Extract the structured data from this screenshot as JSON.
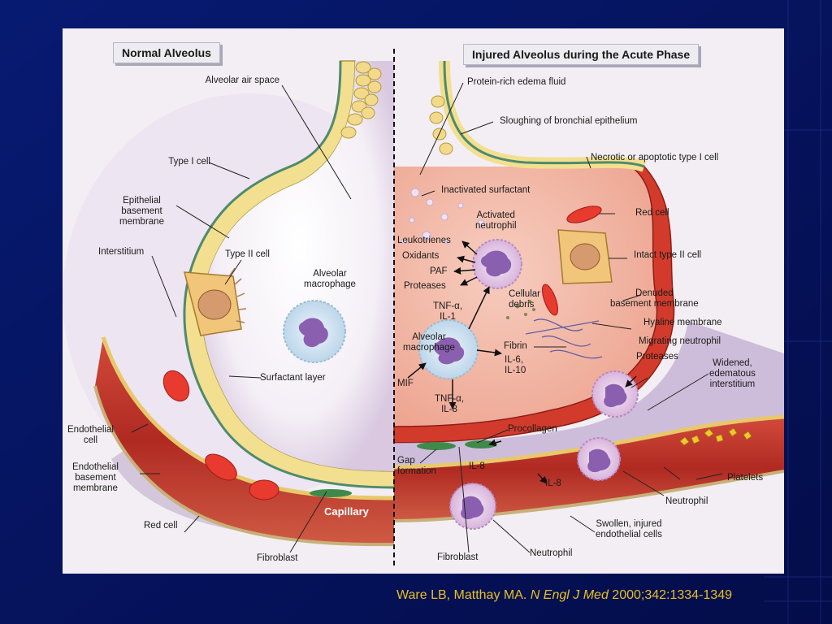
{
  "left_panel": {
    "title": "Normal Alveolus",
    "labels": {
      "air_space": "Alveolar air space",
      "type1": "Type I cell",
      "epithelial_bm": "Epithelial\nbasement\nmembrane",
      "interstitium": "Interstitium",
      "type2": "Type II cell",
      "alv_macrophage": "Alveolar\nmacrophage",
      "surfactant_layer": "Surfactant layer",
      "endothelial_cell": "Endothelial\ncell",
      "endothelial_bm": "Endothelial\nbasement\nmembrane",
      "red_cell": "Red cell",
      "fibroblast": "Fibroblast"
    },
    "capillary": "Capillary"
  },
  "right_panel": {
    "title": "Injured Alveolus during the Acute Phase",
    "labels": {
      "edema": "Protein-rich edema fluid",
      "sloughing": "Sloughing of bronchial epithelium",
      "necrotic": "Necrotic or apoptotic type I cell",
      "inactivated_surfactant": "Inactivated surfactant",
      "activated_neutrophil": "Activated\nneutrophil",
      "red_cell": "Red cell",
      "leukotrienes": "Leukotrienes",
      "oxidants": "Oxidants",
      "paf": "PAF",
      "proteases_left": "Proteases",
      "intact_type2": "Intact type II cell",
      "cellular_debris": "Cellular\ndebris",
      "tnf_il1": "TNF-α,\nIL-1",
      "denuded_bm": "Denuded\nbasement membrane",
      "hyaline": "Hyaline membrane",
      "fibrin": "Fibrin",
      "alv_macrophage": "Alveolar\nmacrophage",
      "il6_il10": "IL-6,\nIL-10",
      "migrating_neutrophil": "Migrating neutrophil",
      "proteases_right": "Proteases",
      "widened": "Widened,\nedematous\ninterstitium",
      "mif": "MIF",
      "tnf_il8": "TNF-α,\nIL-8",
      "procollagen": "Procollagen",
      "gap_formation": "Gap\nformation",
      "il8_a": "IL-8",
      "il8_b": "IL-8",
      "platelets": "Platelets",
      "neutrophil_upper": "Neutrophil",
      "swollen": "Swollen, injured\nendothelial cells",
      "fibroblast": "Fibroblast",
      "neutrophil_lower": "Neutrophil"
    }
  },
  "citation": {
    "authors": "Ware LB, Matthay MA.",
    "journal": "N Engl J Med",
    "ref": "2000;342:1334-1349"
  },
  "colors": {
    "slide_bg": "#06135e",
    "figure_bg": "#f3eef3",
    "citation": "#e8c020",
    "capillary": "#b22a22",
    "edema": "#f2b9a9"
  }
}
